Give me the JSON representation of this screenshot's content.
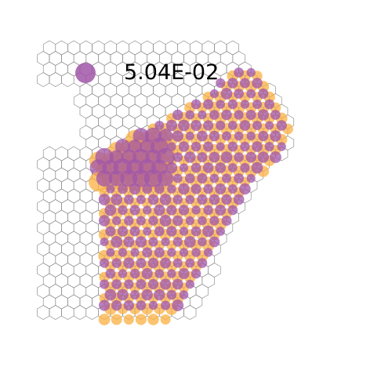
{
  "figure": {
    "legend_value": "5.04E-02",
    "colors": {
      "grid_edge": "#808080",
      "purple": "#a056a8",
      "orange": "#fbb040",
      "background": "#ffffff"
    },
    "marker_colors": [
      "purple",
      "orange"
    ],
    "legend_marker_color": "purple"
  }
}
